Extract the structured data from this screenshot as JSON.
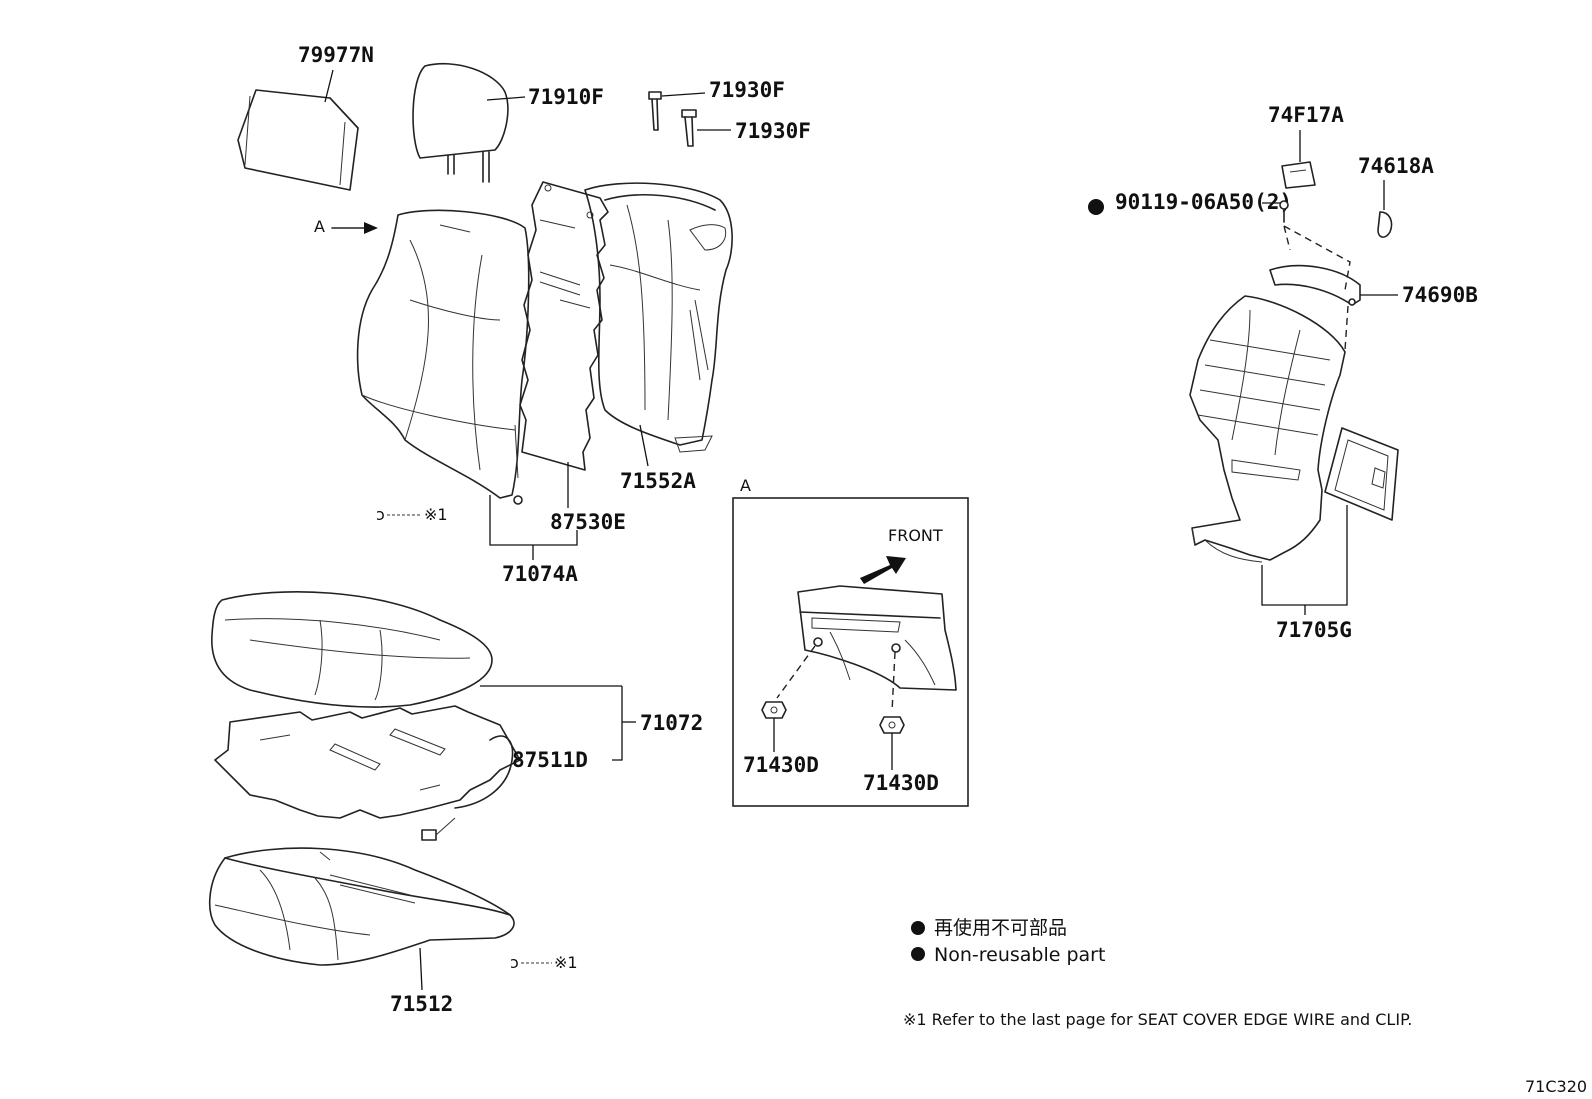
{
  "parts": {
    "headrest_cover": "79977N",
    "headrest": "71910F",
    "headrest_support_1": "71930F",
    "headrest_support_2": "71930F",
    "back_cover": "71074A",
    "back_heater": "87530E",
    "back_pad": "71552A",
    "back_cover_assy_bracket": "71074A",
    "cushion_cover": "71072",
    "cushion_heater": "87511D",
    "cushion_pad": "71512",
    "nut_left": "71430D",
    "nut_right": "71430D",
    "board_74F17A": "74F17A",
    "cover_74618A": "74618A",
    "screw": "90119-06A50(2)",
    "bar_74690B": "74690B",
    "back_board": "71705G"
  },
  "view_label": "A",
  "arrow_label": "A",
  "detail_view": {
    "title": "A",
    "front_label": "FRONT"
  },
  "wire_ref": "※1",
  "legend": {
    "jp": "再使用不可部品",
    "en": "Non-reusable part"
  },
  "note": "※1 Refer to the last page for SEAT COVER EDGE WIRE and CLIP.",
  "figure_code": "71C320"
}
